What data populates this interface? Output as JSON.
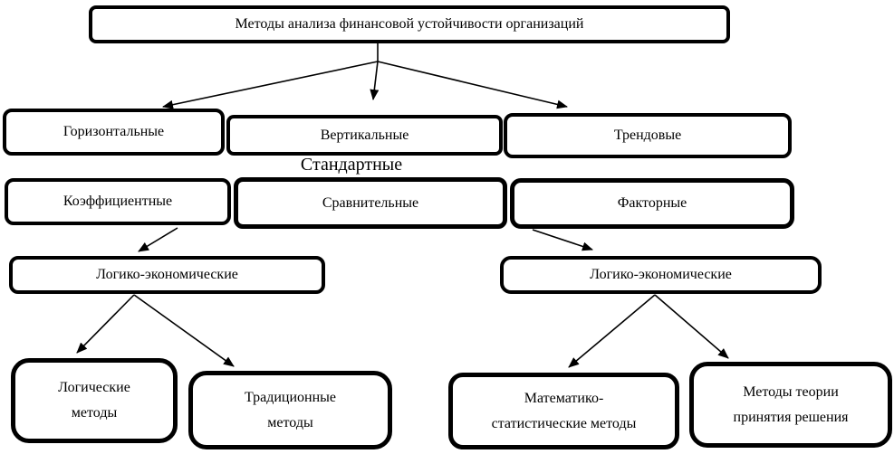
{
  "diagram": {
    "title": "Методы анализа финансовой устойчивости организаций",
    "group_label": "Стандартные",
    "nodes": {
      "title": {
        "label": "Методы анализа финансовой устойчивости организаций"
      },
      "horizontal": {
        "label": "Горизонтальные"
      },
      "vertical": {
        "label": "Вертикальные"
      },
      "trend": {
        "label": "Трендовые"
      },
      "coefficient": {
        "label": "Коэффициентные"
      },
      "comparative": {
        "label": "Сравнительные"
      },
      "factor": {
        "label": "Факторные"
      },
      "logic_econ_left": {
        "label": "Логико-экономические"
      },
      "logic_econ_right": {
        "label": "Логико-экономические"
      },
      "logical": {
        "label": "Логические\nметоды"
      },
      "traditional": {
        "label": "Традиционные\nметоды"
      },
      "math_stat": {
        "label": "Математико-\nстатистические методы"
      },
      "decision": {
        "label": "Методы теории\nпринятия решения"
      }
    },
    "edges": [
      {
        "from": "title",
        "to": "horizontal"
      },
      {
        "from": "title",
        "to": "vertical"
      },
      {
        "from": "title",
        "to": "trend"
      },
      {
        "from": "coefficient",
        "to": "logic_econ_left"
      },
      {
        "from": "factor",
        "to": "logic_econ_right"
      },
      {
        "from": "logic_econ_left",
        "to": "logical"
      },
      {
        "from": "logic_econ_left",
        "to": "traditional"
      },
      {
        "from": "logic_econ_right",
        "to": "math_stat"
      },
      {
        "from": "logic_econ_right",
        "to": "decision"
      }
    ],
    "colors": {
      "line": "#000000",
      "box_fill": "#ffffff",
      "text": "#000000"
    }
  }
}
